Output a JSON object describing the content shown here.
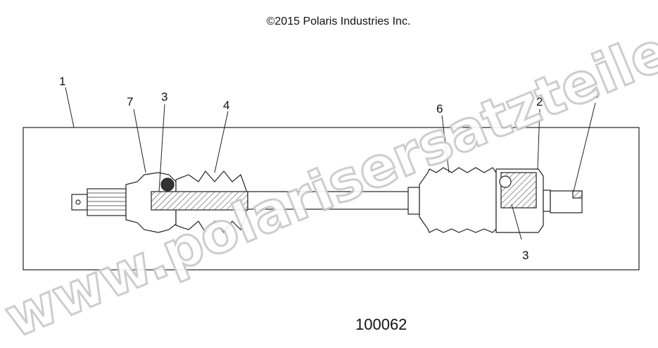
{
  "header": {
    "copyright": "©2015 Polaris Industries Inc."
  },
  "drawing_number": "100062",
  "watermark": "www.polarisersatzteile.de",
  "callouts": [
    {
      "id": "callout-1",
      "label": "1"
    },
    {
      "id": "callout-7",
      "label": "7"
    },
    {
      "id": "callout-3-left",
      "label": "3"
    },
    {
      "id": "callout-4",
      "label": "4"
    },
    {
      "id": "callout-6",
      "label": "6"
    },
    {
      "id": "callout-2",
      "label": "2"
    },
    {
      "id": "callout-5",
      "label": "5"
    },
    {
      "id": "callout-3-right",
      "label": "3"
    }
  ]
}
